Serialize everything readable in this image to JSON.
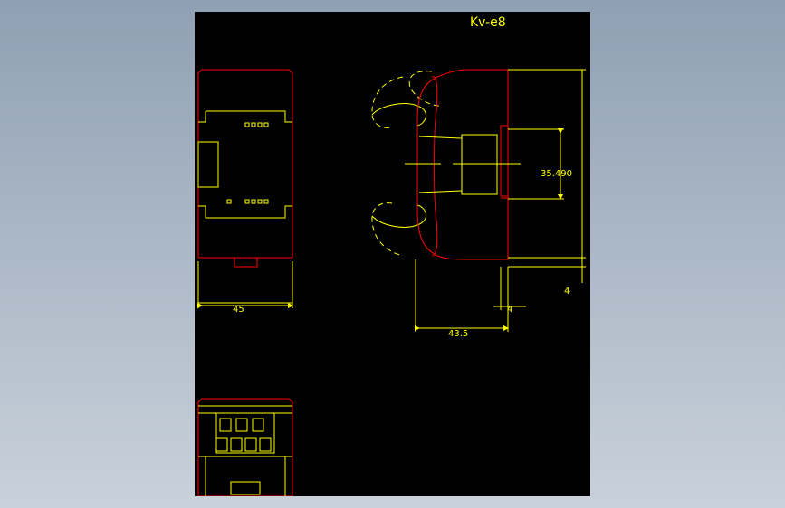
{
  "drawing": {
    "title": "Kv-e8",
    "dimensions": {
      "width_45": "45",
      "height_35_490": "35.490",
      "depth_43_5": "43.5",
      "offset_4_a": "4",
      "offset_4_b": "4"
    }
  },
  "colors": {
    "background": "#000000",
    "outline": "#ff0000",
    "detail": "#ffff00"
  }
}
